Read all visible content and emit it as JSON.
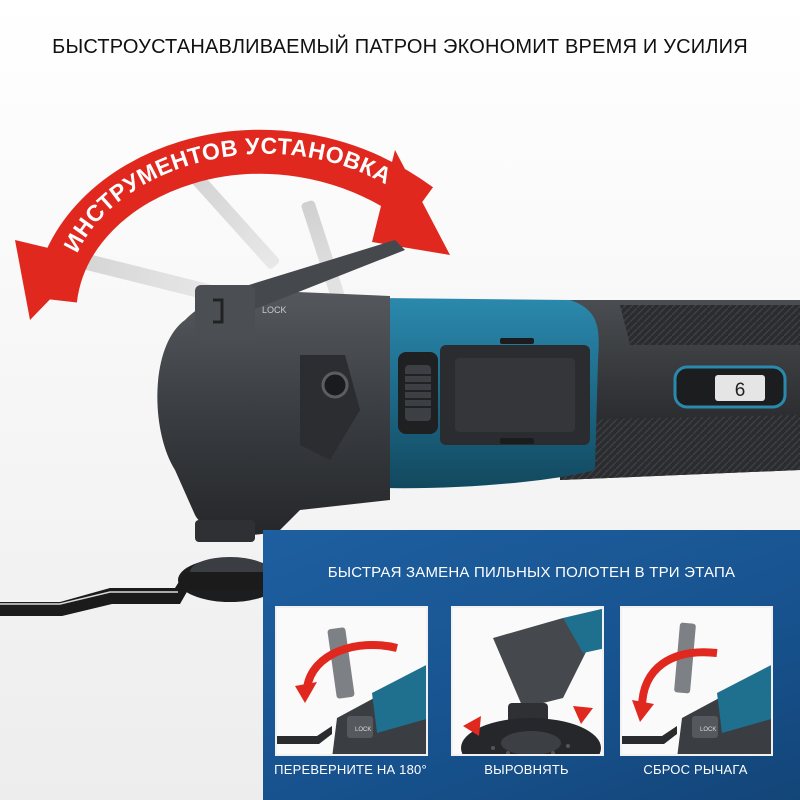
{
  "headline": "БЫСТРОУСТАНАВЛИВАЕМЫЙ ПАТРОН ЭКОНОМИТ ВРЕМЯ И УСИЛИЯ",
  "arc_label": "ИНСТРУМЕНТОВ УСТАНОВКА",
  "tool": {
    "lock_label": "LOCK",
    "speed_value": "6"
  },
  "steps_panel": {
    "title": "БЫСТРАЯ ЗАМЕНА ПИЛЬНЫХ ПОЛОТЕН В ТРИ ЭТАПА",
    "steps": [
      {
        "label": "ПЕРЕВЕРНИТЕ НА 180°",
        "lock_label": "LOCK"
      },
      {
        "label": "ВЫРОВНЯТЬ"
      },
      {
        "label": "СБРОС РЫЧАГА",
        "lock_label": "LOCK"
      }
    ]
  },
  "colors": {
    "arrow_red": "#e0281f",
    "tool_teal": "#1f6f8f",
    "tool_dark": "#3a3d41",
    "panel_blue": "#1a5a97"
  }
}
